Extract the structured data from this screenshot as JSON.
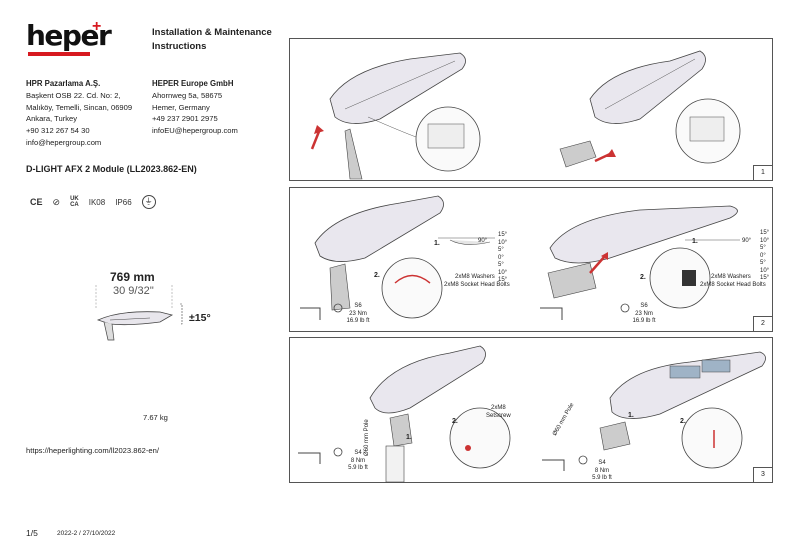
{
  "brand": {
    "name": "heper"
  },
  "header": {
    "title": "Installation & Maintenance Instructions"
  },
  "company_tr": {
    "name": "HPR Pazarlama A.Ş.",
    "lines": [
      "Başkent OSB 22. Cd. No: 2,",
      "Malıköy, Temelli, Sincan, 06909",
      "Ankara, Turkey",
      "+90 312 267 54 30",
      "info@hepergroup.com"
    ]
  },
  "company_eu": {
    "name": "HEPER Europe GmbH",
    "lines": [
      "Ahornweg 5a, 58675",
      "Hemer, Germany",
      "+49 237 2901 2975",
      "infoEU@hepergroup.com"
    ]
  },
  "product": {
    "title": "D-LIGHT AFX 2 Module (LL2023.862-EN)"
  },
  "certifications": {
    "ce": "CE",
    "ukca_top": "UK",
    "ukca_bottom": "CA",
    "ik": "IK08",
    "ip": "IP66"
  },
  "dimensions": {
    "length_mm": "769 mm",
    "length_in": "30 9/32''",
    "tilt": "±15°",
    "weight": "7.67 kg"
  },
  "url": "https://heperlighting.com/ll2023.862-en/",
  "footer": {
    "page": "1/5",
    "version": "2022-2 / 27/10/2022"
  },
  "panels": [
    {
      "number": "1"
    },
    {
      "number": "2",
      "step1": "1.",
      "step2": "2.",
      "washers": "2xM8 Washers",
      "bolts": "2xM8 Socket Head Bolts",
      "tool_size": "S6",
      "torque_nm": "23 Nm",
      "torque_lbft": "16.9 lb ft",
      "angles": [
        "15°",
        "10°",
        "5°",
        "0°",
        "5°",
        "10°",
        "15°"
      ],
      "angle_arrow": "90°"
    },
    {
      "number": "3",
      "step1": "1.",
      "step2": "2.",
      "setscrew_qty": "2xM8",
      "setscrew": "Setscrew",
      "tool_size": "S4",
      "torque_nm": "8 Nm",
      "torque_lbft": "5.9 lb ft",
      "pole": "Ø60 mm",
      "pole_word": "Pole"
    }
  ]
}
